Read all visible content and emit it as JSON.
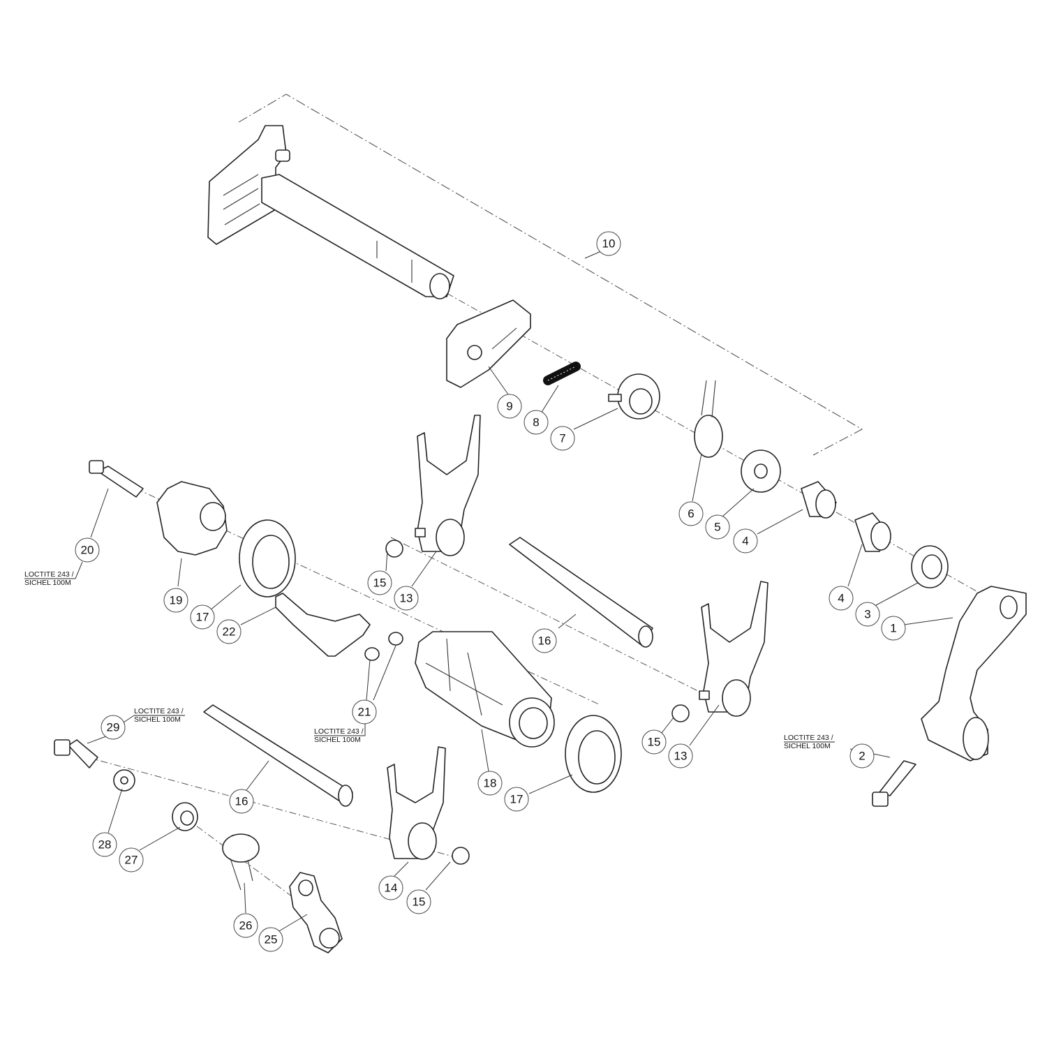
{
  "callouts": [
    {
      "id": "c1",
      "label": "1"
    },
    {
      "id": "c2",
      "label": "2"
    },
    {
      "id": "c3",
      "label": "3"
    },
    {
      "id": "c4a",
      "label": "4"
    },
    {
      "id": "c4b",
      "label": "4"
    },
    {
      "id": "c5",
      "label": "5"
    },
    {
      "id": "c6",
      "label": "6"
    },
    {
      "id": "c7",
      "label": "7"
    },
    {
      "id": "c8",
      "label": "8"
    },
    {
      "id": "c9",
      "label": "9"
    },
    {
      "id": "c10",
      "label": "10"
    },
    {
      "id": "c13a",
      "label": "13"
    },
    {
      "id": "c13b",
      "label": "13"
    },
    {
      "id": "c14",
      "label": "14"
    },
    {
      "id": "c15a",
      "label": "15"
    },
    {
      "id": "c15b",
      "label": "15"
    },
    {
      "id": "c15c",
      "label": "15"
    },
    {
      "id": "c16a",
      "label": "16"
    },
    {
      "id": "c16b",
      "label": "16"
    },
    {
      "id": "c17a",
      "label": "17"
    },
    {
      "id": "c17b",
      "label": "17"
    },
    {
      "id": "c18",
      "label": "18"
    },
    {
      "id": "c19",
      "label": "19"
    },
    {
      "id": "c20",
      "label": "20"
    },
    {
      "id": "c21",
      "label": "21"
    },
    {
      "id": "c22",
      "label": "22"
    },
    {
      "id": "c25",
      "label": "25"
    },
    {
      "id": "c26",
      "label": "26"
    },
    {
      "id": "c27",
      "label": "27"
    },
    {
      "id": "c28",
      "label": "28"
    },
    {
      "id": "c29",
      "label": "29"
    }
  ],
  "notes": [
    {
      "id": "n20",
      "line1": "LOCTITE 243 /",
      "line2": "SICHEL 100M"
    },
    {
      "id": "n29",
      "line1": "LOCTITE 243 /",
      "line2": "SICHEL 100M"
    },
    {
      "id": "n21",
      "line1": "LOCTITE 243 /",
      "line2": "SICHEL 100M"
    },
    {
      "id": "n2",
      "line1": "LOCTITE 243 /",
      "line2": "SICHEL 100M"
    }
  ]
}
